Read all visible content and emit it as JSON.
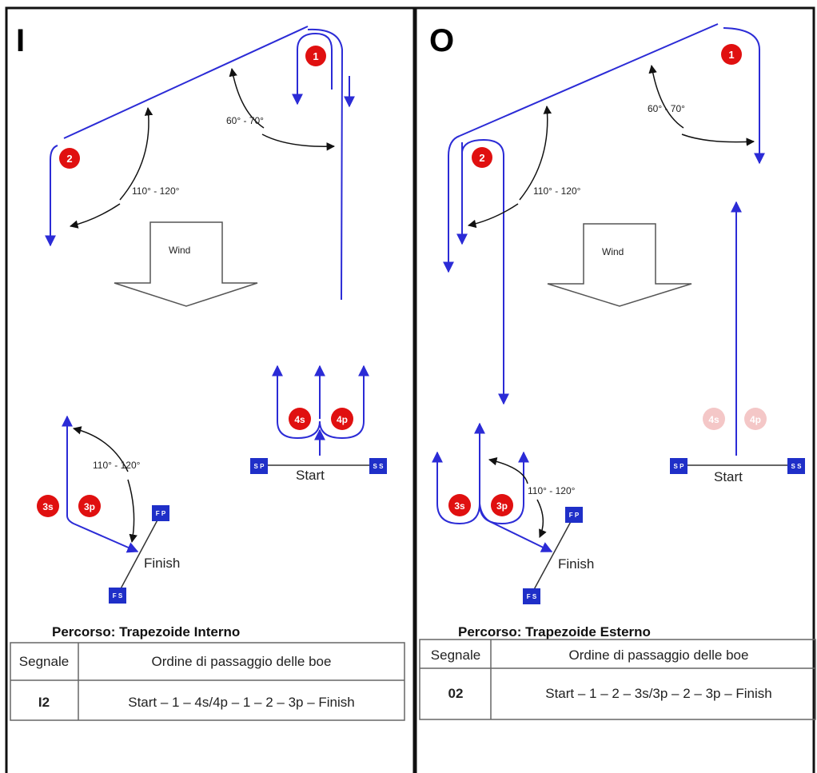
{
  "panels": {
    "left": {
      "letter": "I",
      "angle_top": "60° - 70°",
      "angle_mid": "110° - 120°",
      "angle_low": "110° - 120°",
      "wind": "Wind",
      "start": "Start",
      "finish": "Finish",
      "marks": {
        "m1": "1",
        "m2": "2",
        "m4s": "4s",
        "m4p": "4p",
        "m3s": "3s",
        "m3p": "3p"
      },
      "boxes": {
        "sp": "S P",
        "ss": "S S",
        "fp": "F P",
        "fs": "F S"
      },
      "caption": "Percorso: Trapezoide Interno",
      "table": {
        "col1": "Segnale",
        "col2": "Ordine di passaggio delle boe",
        "signal": "I2",
        "order": "Start – 1 – 4s/4p – 1 – 2 – 3p – Finish"
      }
    },
    "right": {
      "letter": "O",
      "angle_top": "60° - 70°",
      "angle_mid": "110° - 120°",
      "angle_low": "110° - 120°",
      "wind": "Wind",
      "start": "Start",
      "finish": "Finish",
      "marks": {
        "m1": "1",
        "m2": "2",
        "m4s": "4s",
        "m4p": "4p",
        "m3s": "3s",
        "m3p": "3p"
      },
      "boxes": {
        "sp": "S P",
        "ss": "S S",
        "fp": "F P",
        "fs": "F S"
      },
      "caption": "Percorso: Trapezoide Esterno",
      "table": {
        "col1": "Segnale",
        "col2": "Ordine di passaggio delle boe",
        "signal": "02",
        "order": "Start – 1 – 2 – 3s/3p – 2 – 3p – Finish"
      }
    }
  },
  "colors": {
    "course": "#2b2bd6",
    "mark": "#e01010",
    "mark_faded": "#f4c7c7",
    "box": "#1f2fc8",
    "arc": "#111111",
    "frame": "#111111"
  }
}
